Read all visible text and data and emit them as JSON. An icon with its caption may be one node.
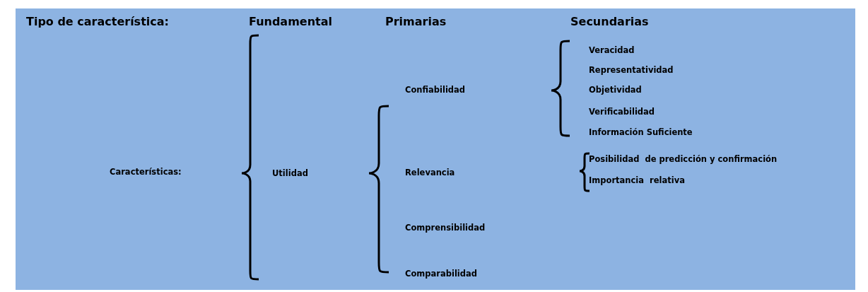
{
  "diagram": {
    "labels": [
      "Tipo de característica:",
      "Fundamental",
      "Primarias",
      "Secundarias",
      "Características:",
      "Utilidad",
      "Confiabilidad",
      "Veracidad",
      "Representatividad",
      "Objetividad",
      "Verificabilidad",
      "Información Suficiente",
      "Relevancia",
      "Posibilidad  de predicción y confirmación",
      "Importancia  relativa",
      "Comprensibilidad",
      "Comparabilidad"
    ]
  }
}
